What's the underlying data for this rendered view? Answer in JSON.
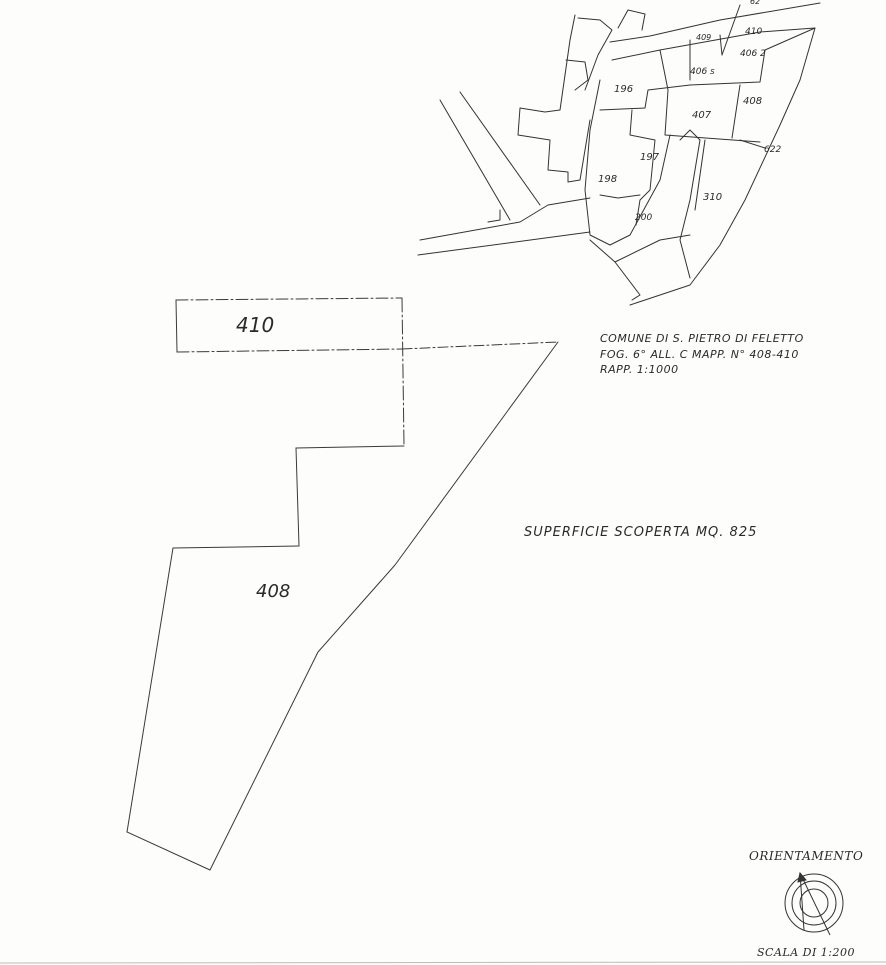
{
  "site_map": {
    "parcels": [
      "196",
      "197",
      "198",
      "200",
      "310",
      "407",
      "408",
      "409",
      "410",
      "406 s",
      "406 2",
      "622",
      "62"
    ]
  },
  "plan": {
    "parcel_top": "410",
    "parcel_bottom": "408",
    "area_note": "SUPERFICIE SCOPERTA  MQ. 825"
  },
  "caption": {
    "line1": "COMUNE DI S. PIETRO DI FELETTO",
    "line2": "FOG. 6° ALL. C  MAPP. N° 408-410",
    "line3": "RAPP. 1:1000"
  },
  "orientation": {
    "label": "ORIENTAMENTO",
    "scale": "SCALA DI 1:200"
  }
}
